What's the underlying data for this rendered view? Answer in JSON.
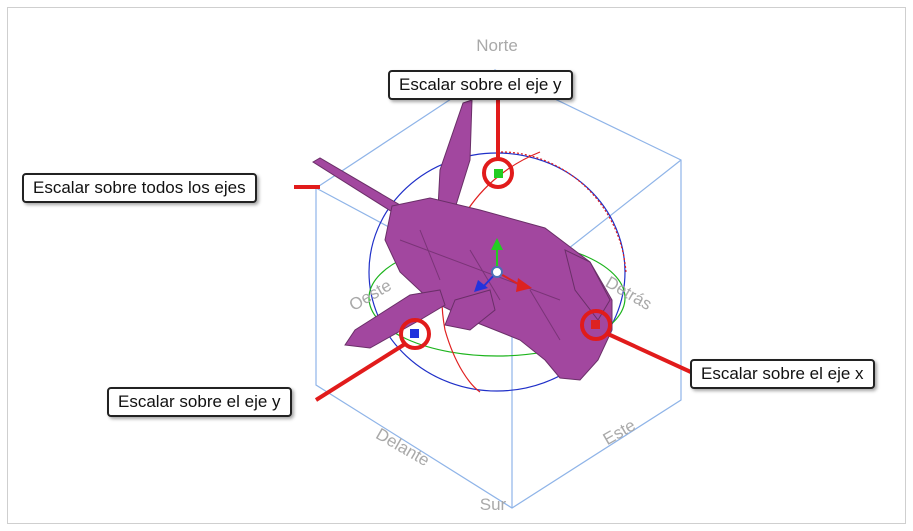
{
  "directions": {
    "north": "Norte",
    "south": "Sur",
    "west": "Oeste",
    "back": "Detrás",
    "front": "Delante",
    "east": "Este"
  },
  "callouts": {
    "top_y": "Escalar sobre el eje y",
    "all_axes": "Escalar sobre todos los ejes",
    "x_axis": "Escalar sobre el eje x",
    "bottom_y": "Escalar sobre el eje y"
  },
  "colors": {
    "model": "#a2479f",
    "highlight": "#e11b1b",
    "cube_lines": "#8fb4e8",
    "handle_green": "#22cc22",
    "handle_blue": "#2233dd",
    "handle_red": "#dd2222"
  }
}
